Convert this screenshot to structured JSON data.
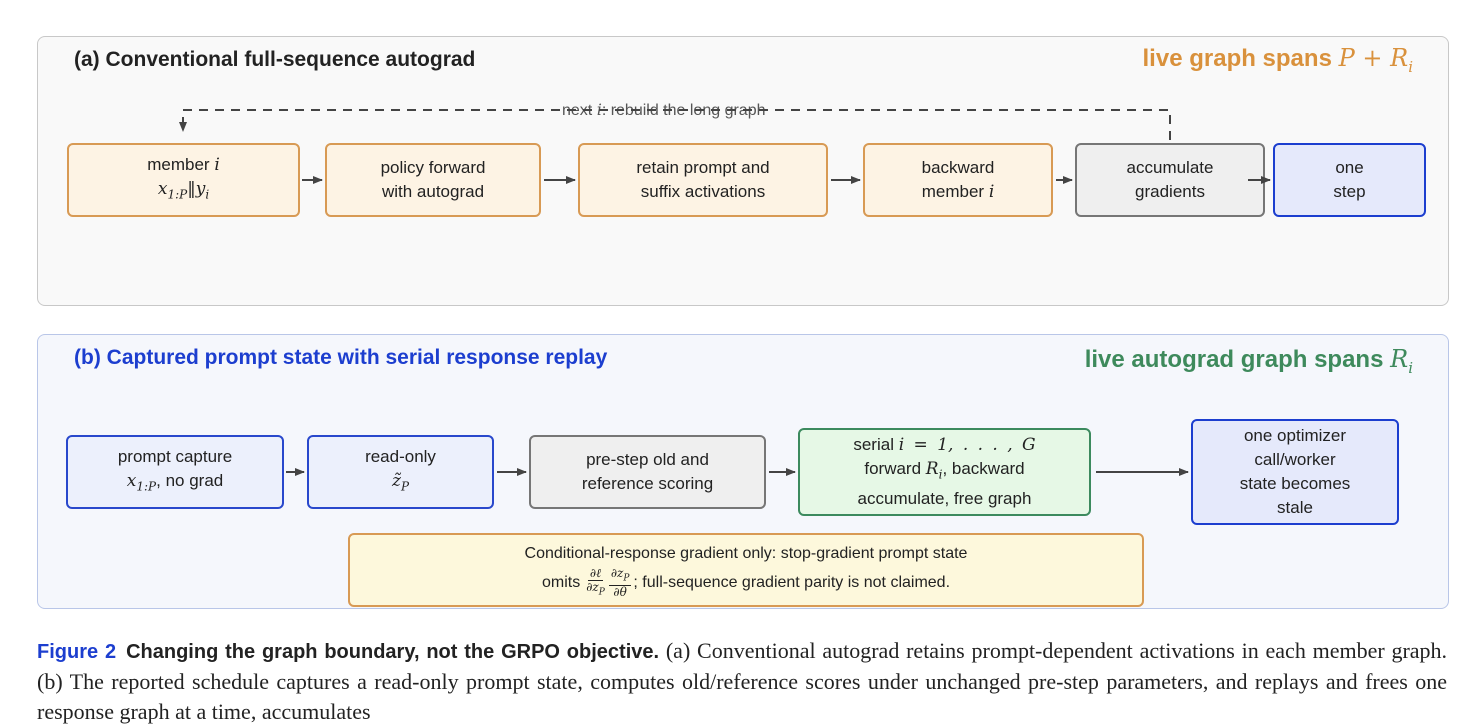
{
  "panel_a": {
    "title": "(a) Conventional full-sequence autograd",
    "live_label": "live graph spans",
    "live_math": "P + R",
    "live_sub": "i",
    "loop_label_prefix": "next ",
    "loop_label_var": "i",
    "loop_label_suffix": ": rebuild the long graph",
    "boxes": [
      {
        "line1": "member ",
        "line1_math": "i",
        "line2_math": "x",
        "line2_sub": "1:P",
        "line2_rest": "‖y",
        "line2_sub2": "i"
      },
      {
        "line1": "policy forward",
        "line2": "with autograd"
      },
      {
        "line1": "retain prompt and",
        "line2": "suffix activations"
      },
      {
        "line1": "backward",
        "line2": "member ",
        "line2_math": "i"
      },
      {
        "line1": "accumulate",
        "line2": "gradients"
      },
      {
        "line1": "one",
        "line2": "step"
      }
    ]
  },
  "panel_b": {
    "title": "(b) Captured prompt state with serial response replay",
    "live_label": "live autograd graph spans",
    "live_math": "R",
    "live_sub": "i",
    "boxes": [
      {
        "line1": "prompt capture",
        "line2_math": "x",
        "line2_sub": "1:P",
        "line2_rest": ", no grad"
      },
      {
        "line1": "read-only",
        "line2_math": "z̃",
        "line2_sub": "P"
      },
      {
        "line1": "pre-step old and",
        "line2": "reference scoring"
      },
      {
        "line1": "serial ",
        "line1_math": "i = 1, . . . , G",
        "line2": "forward ",
        "line2_math": "R",
        "line2_sub": "i",
        "line2_rest": ", backward",
        "line3": "accumulate, free graph"
      },
      {
        "line1": "one optimizer",
        "line2": "call/worker",
        "line3": "state becomes",
        "line4": "stale"
      }
    ],
    "note": {
      "line1": "Conditional-response gradient only: stop-gradient prompt state",
      "line2_prefix": "omits",
      "frac1_num": "∂ℓ",
      "frac1_den": "∂z",
      "frac1_den_sub": "P",
      "frac2_num": "∂z",
      "frac2_num_sub": "P",
      "frac2_den": "∂θ",
      "line2_suffix": "; full-sequence gradient parity is not claimed."
    }
  },
  "caption": {
    "label": "Figure 2",
    "title": "Changing the graph boundary, not the GRPO objective.",
    "text": "(a) Conventional autograd retains prompt-dependent activations in each member graph. (b) The reported schedule captures a read-only prompt state, computes old/reference scores under unchanged pre-step parameters, and replays and frees one response graph at a time, accumulates"
  },
  "colors": {
    "orange_title": "#d9913c",
    "green_title": "#3e8a5c",
    "blue_title": "#1c3ecf",
    "arrow": "#444444"
  }
}
